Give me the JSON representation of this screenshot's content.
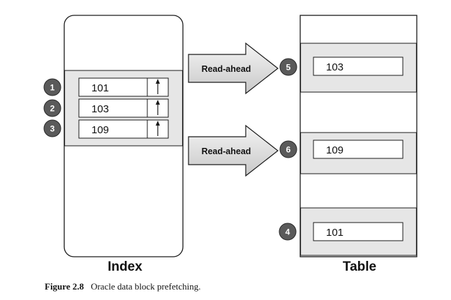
{
  "index": {
    "label": "Index",
    "entries": [
      {
        "badge": "1",
        "value": "101"
      },
      {
        "badge": "2",
        "value": "103"
      },
      {
        "badge": "3",
        "value": "109"
      }
    ]
  },
  "table": {
    "label": "Table",
    "rows": [
      {
        "badge": "5",
        "value": "103"
      },
      {
        "badge": "6",
        "value": "109"
      },
      {
        "badge": "4",
        "value": "101"
      }
    ]
  },
  "arrows": [
    "Read-ahead",
    "Read-ahead"
  ],
  "caption": {
    "number": "Figure 2.8",
    "text": "Oracle data block prefetching."
  },
  "colors": {
    "band": "#e6e6e6",
    "badge": "#5a5a5a",
    "stroke": "#1a1a1a"
  }
}
